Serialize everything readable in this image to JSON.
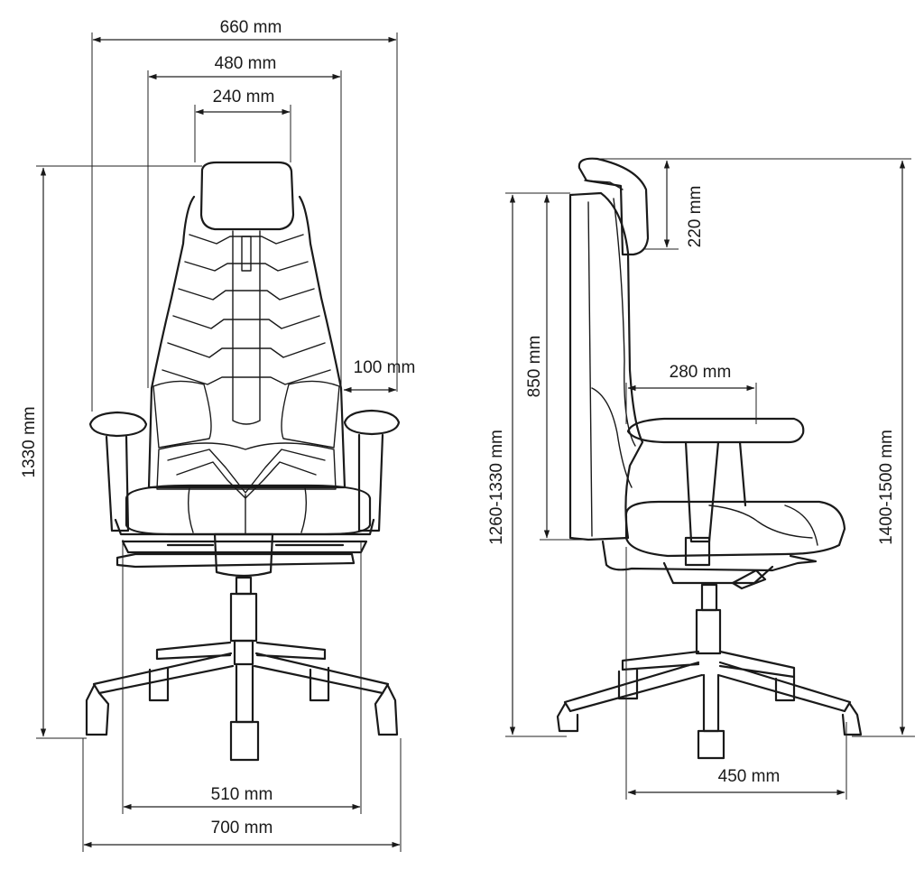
{
  "front_view": {
    "overall_width": "660 mm",
    "backrest_width": "480 mm",
    "headrest_width": "240 mm",
    "armrest_offset": "100 mm",
    "overall_height": "1330 mm",
    "seat_width": "510 mm",
    "base_width": "700 mm"
  },
  "side_view": {
    "headrest_height": "220 mm",
    "armrest_depth": "280 mm",
    "backrest_height": "850 mm",
    "height_range_no_headrest": "1260-1330 mm",
    "height_range_total": "1400-1500 mm",
    "seat_depth": "450 mm"
  },
  "colors": {
    "line": "#1a1a1a",
    "background": "#ffffff"
  }
}
